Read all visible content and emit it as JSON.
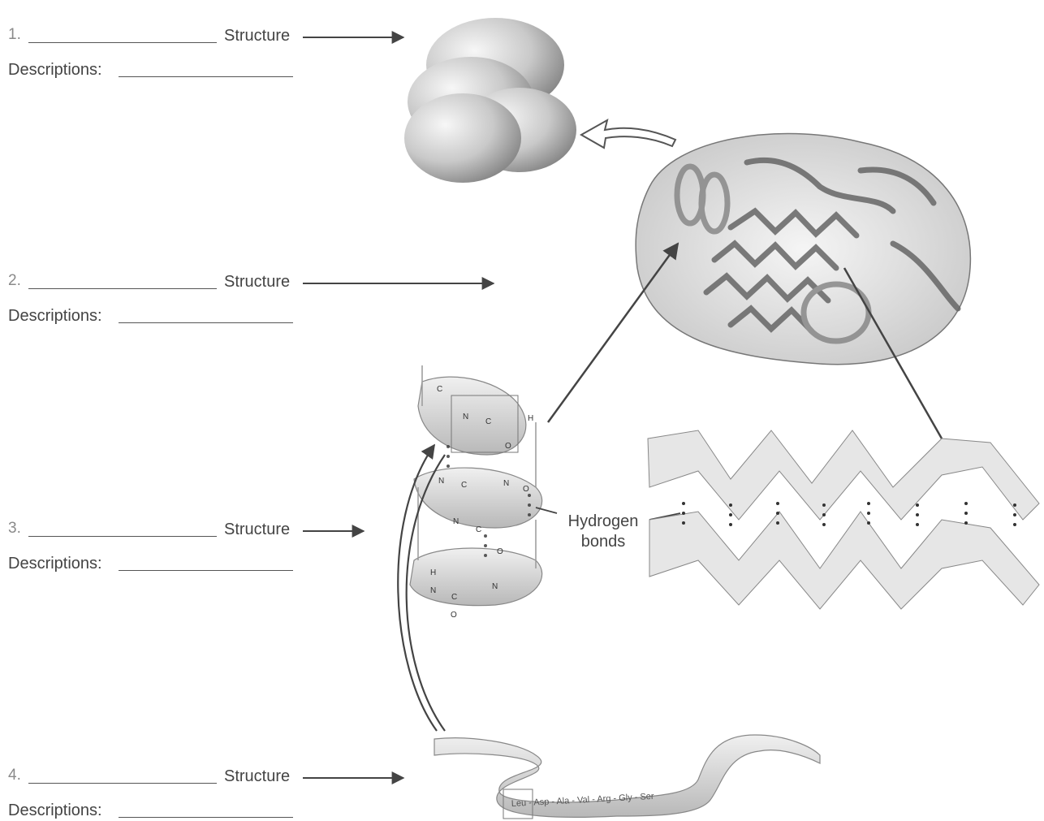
{
  "rows": [
    {
      "number": "1.",
      "structure_label": "Structure",
      "description_label": "Descriptions:"
    },
    {
      "number": "2.",
      "structure_label": "Structure",
      "description_label": "Descriptions:"
    },
    {
      "number": "3.",
      "structure_label": "Structure",
      "description_label": "Descriptions:"
    },
    {
      "number": "4.",
      "structure_label": "Structure",
      "description_label": "Descriptions:"
    }
  ],
  "hydrogen_bonds_label": {
    "line1": "Hydrogen",
    "line2": "bonds"
  },
  "sequence": [
    "Leu",
    "Asp",
    "Ala",
    "Val",
    "Arg",
    "Gly",
    "Ser"
  ],
  "sequence_separator": " - ",
  "atoms": {
    "carbon": "C",
    "nitrogen": "N",
    "oxygen": "O",
    "hydrogen": "H"
  },
  "colors": {
    "text": "#444444",
    "line": "#555555",
    "ribbon": "#d9d9d9",
    "ribbon_dark": "#8c8c8c",
    "globule": "#c8c8c8"
  }
}
